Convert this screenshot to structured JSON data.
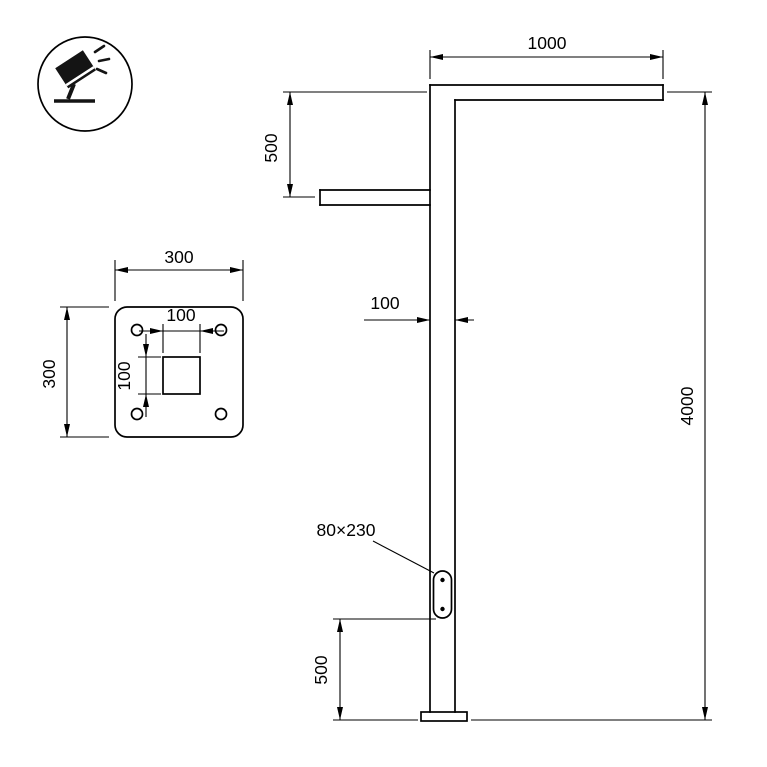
{
  "drawing": {
    "background": "#ffffff",
    "line_color": "#000000"
  },
  "icon": {
    "name": "floodlight"
  },
  "pole": {
    "arm_length": "1000",
    "arm_offset": "500",
    "pole_width": "100",
    "total_height": "4000",
    "slot_label": "80×230",
    "slot_elevation": "500"
  },
  "plate": {
    "width": "300",
    "height": "300",
    "inner_width": "100",
    "inner_height": "100"
  }
}
